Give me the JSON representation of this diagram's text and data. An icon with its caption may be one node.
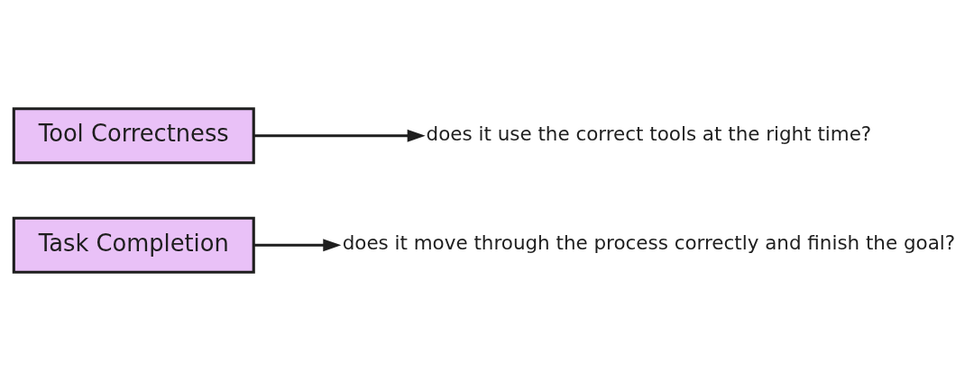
{
  "diagram": {
    "nodes": [
      {
        "text": [
          "does it use the correct tools at the right time?"
        ]
      },
      {
        "text": [
          "Tool Correctness"
        ]
      },
      {
        "text": [
          "Task Completion"
        ]
      },
      {
        "text": [
          "does it move through the process correctly and finish the goal?"
        ]
      }
    ],
    "edges": [
      {
        "from": 1,
        "to": 0,
        "arrow": "to"
      },
      {
        "from": 2,
        "to": 3,
        "arrow": "to"
      }
    ]
  }
}
